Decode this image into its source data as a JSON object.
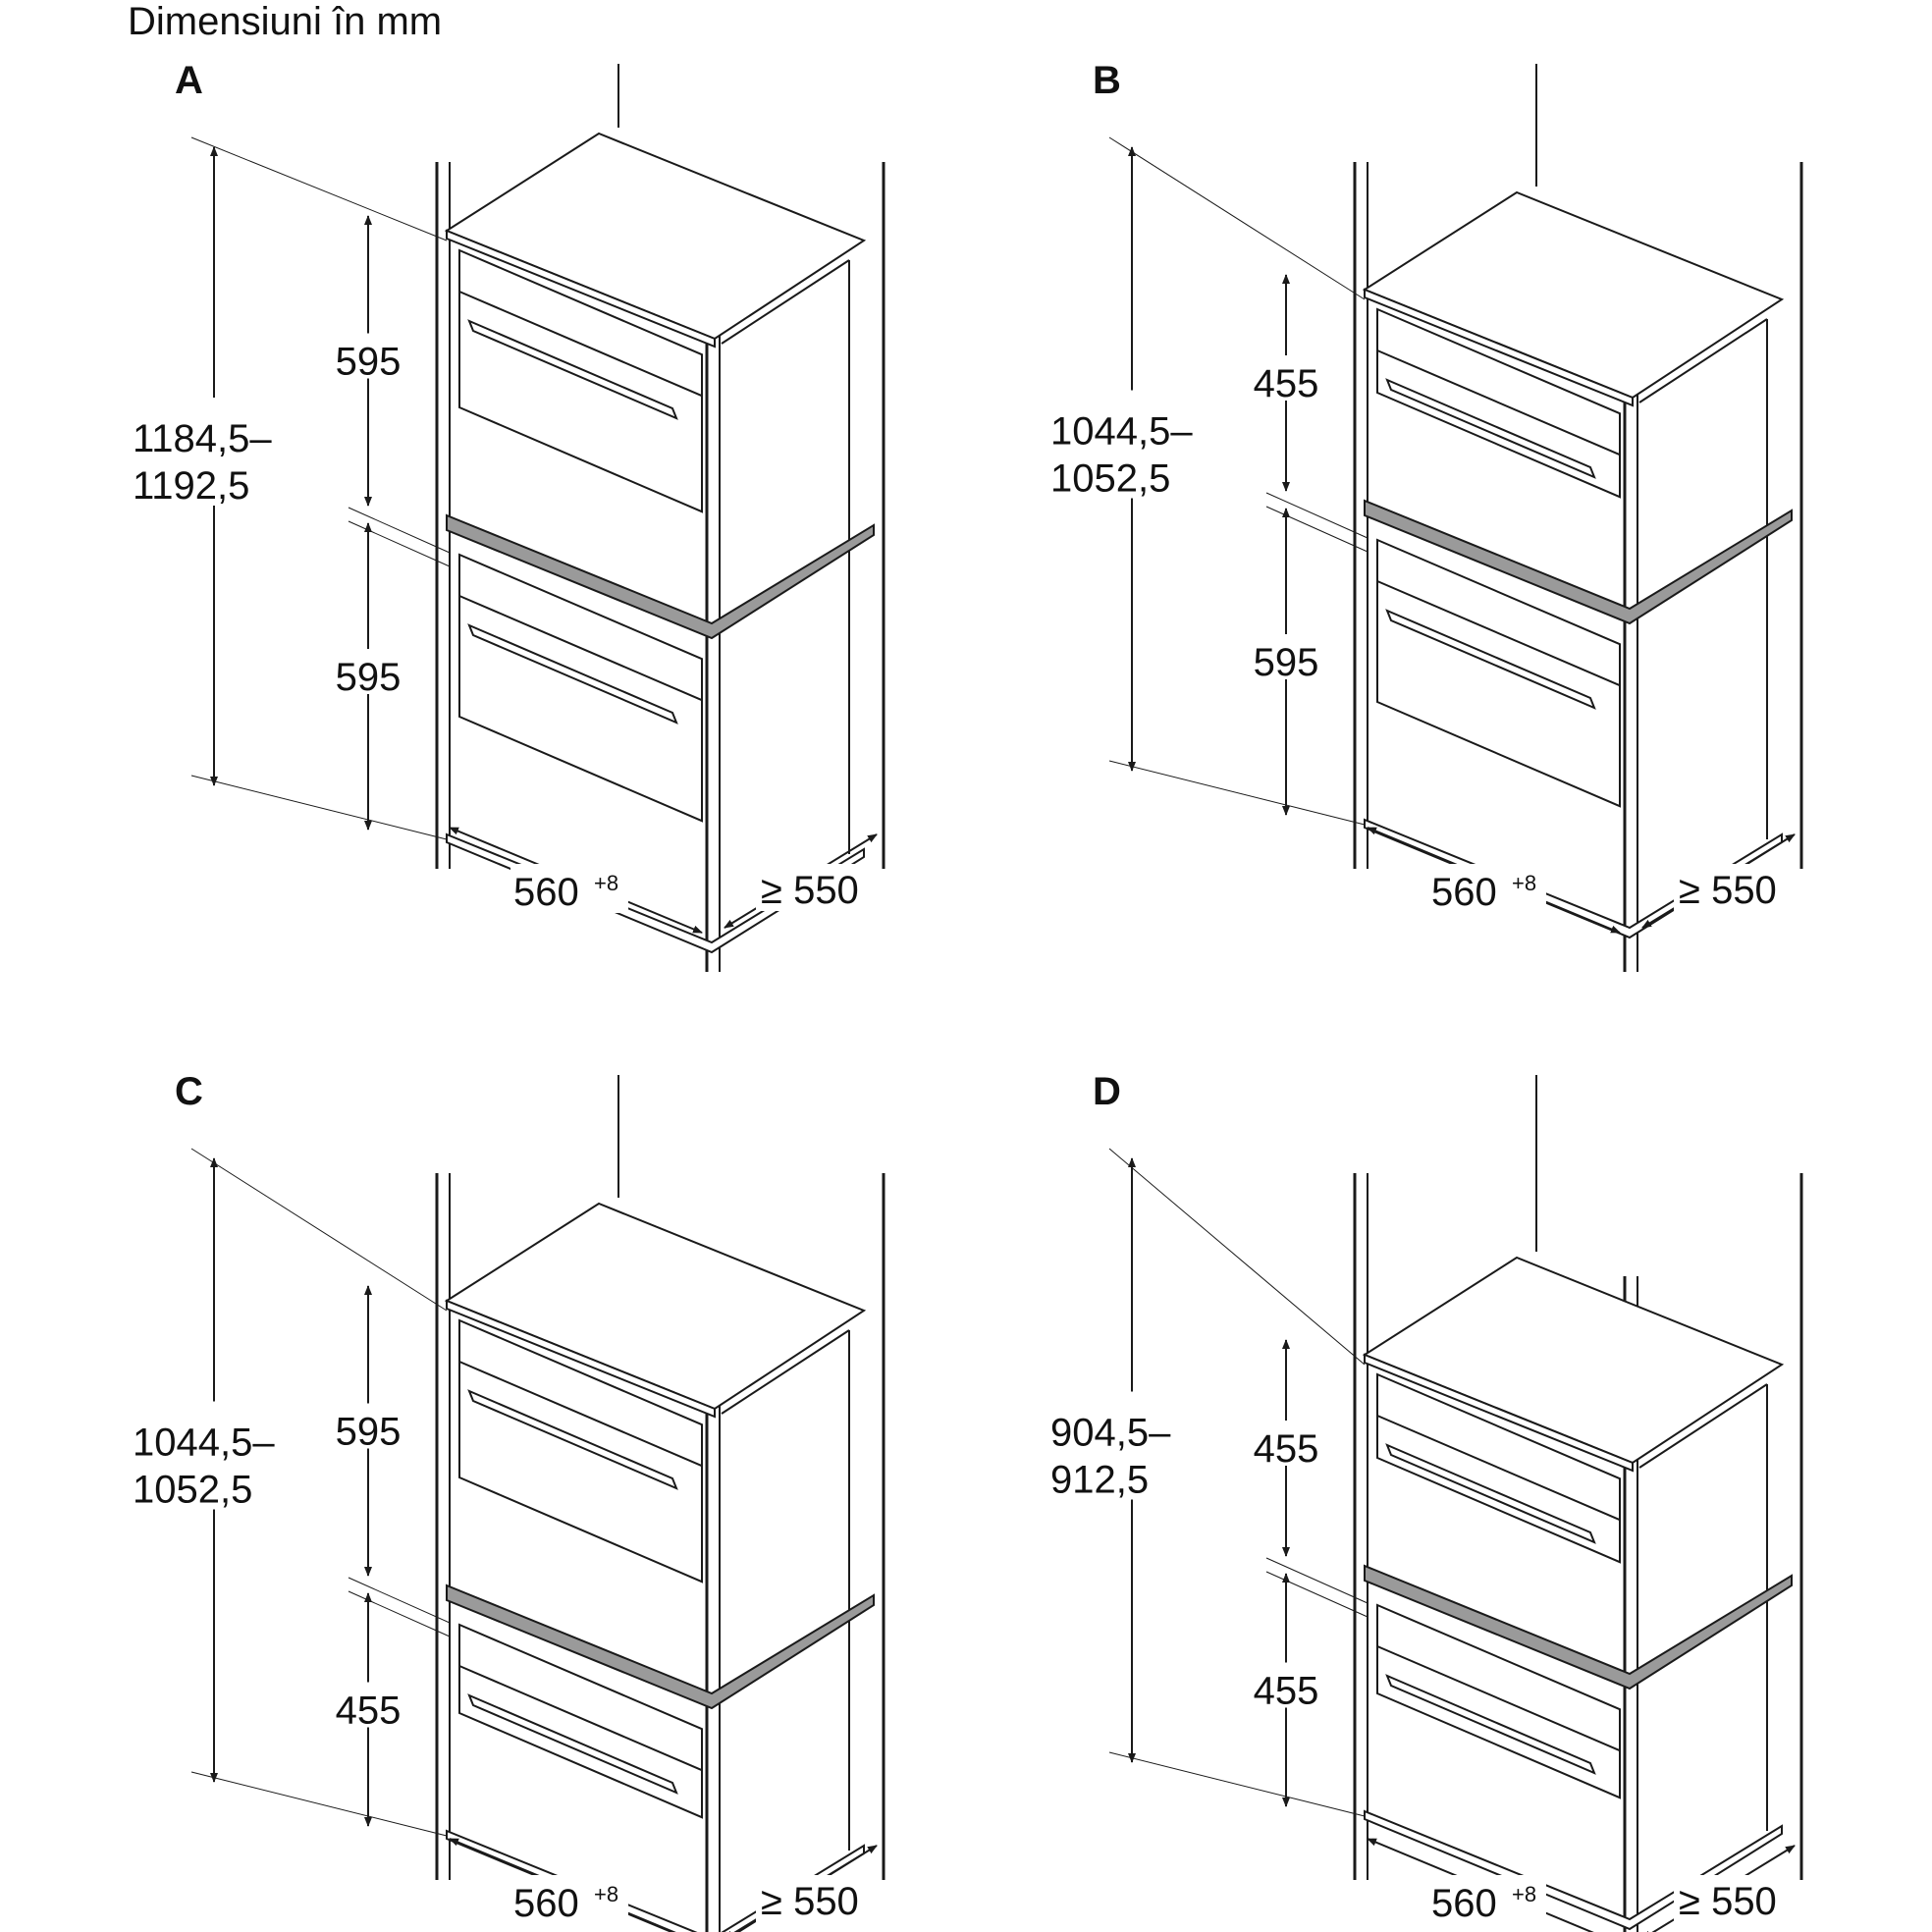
{
  "title": "Dimensiuni în mm",
  "panels": [
    {
      "label": "A",
      "total_line1": "1184,5–",
      "total_line2": "1192,5",
      "upper_height": "595",
      "lower_height": "595",
      "width": "560",
      "width_tol": "+8",
      "depth": "≥ 550"
    },
    {
      "label": "B",
      "total_line1": "1044,5–",
      "total_line2": "1052,5",
      "upper_height": "455",
      "lower_height": "595",
      "width": "560",
      "width_tol": "+8",
      "depth": "≥ 550"
    },
    {
      "label": "C",
      "total_line1": "1044,5–",
      "total_line2": "1052,5",
      "upper_height": "595",
      "lower_height": "455",
      "width": "560",
      "width_tol": "+8",
      "depth": "≥ 550"
    },
    {
      "label": "D",
      "total_line1": "904,5–",
      "total_line2": "912,5",
      "upper_height": "455",
      "lower_height": "455",
      "width": "560",
      "width_tol": "+8",
      "depth": "≥ 550"
    }
  ],
  "colors": {
    "line": "#1a1a1a",
    "shelf": "#9a9a9a"
  }
}
